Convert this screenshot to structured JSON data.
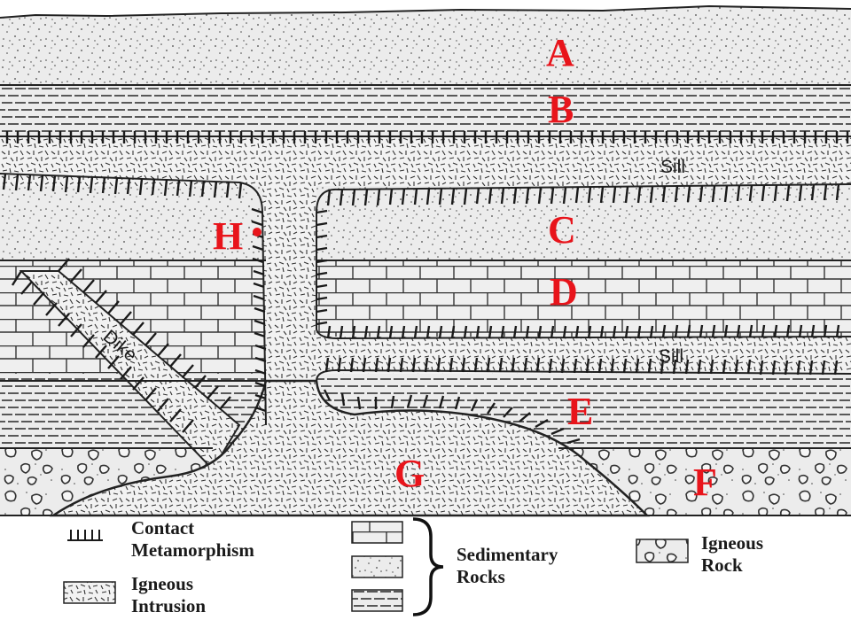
{
  "cross_section": {
    "letters": {
      "a": "A",
      "b": "B",
      "c": "C",
      "d": "D",
      "e": "E",
      "f": "F",
      "g": "G",
      "h": "H"
    },
    "label_color": "#e8141b",
    "rock_labels": {
      "sill_upper": "Sill",
      "sill_lower": "Sill",
      "dike": "Dike"
    }
  },
  "legend": {
    "contact_metamorphism": [
      "Contact",
      "Metamorphism"
    ],
    "igneous_intrusion": [
      "Igneous",
      "Intrusion"
    ],
    "sedimentary_rocks": [
      "Sedimentary",
      "Rocks"
    ],
    "igneous_rock": [
      "Igneous",
      "Rock"
    ]
  }
}
